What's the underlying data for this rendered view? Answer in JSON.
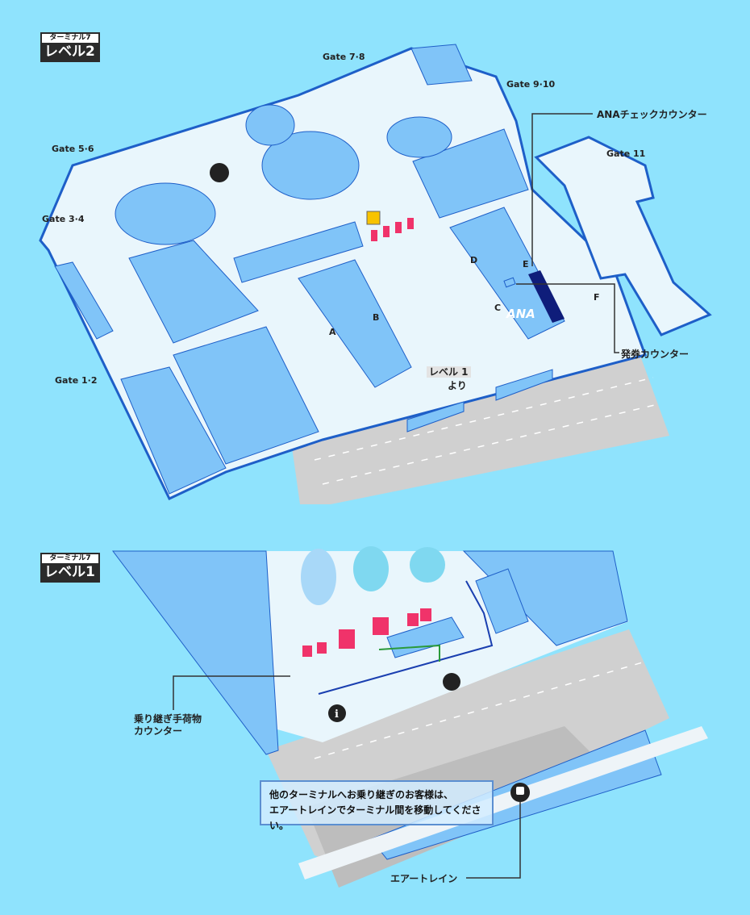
{
  "level2": {
    "badge_top": "ターミナル7",
    "badge_main": "レベル2",
    "gates": [
      "Gate 7·8",
      "Gate 9·10",
      "Gate 11",
      "Gate 5·6",
      "Gate 3·4",
      "Gate 1·2"
    ],
    "zones": [
      "A",
      "B",
      "C",
      "D",
      "E",
      "F"
    ],
    "ana_checkin": "ANAチェックカウンター",
    "ticket_counter": "発券カウンター",
    "ana_logo": "ANA",
    "from_level1_a": "レベル 1",
    "from_level1_b": "より"
  },
  "level1": {
    "badge_top": "ターミナル7",
    "badge_main": "レベル1",
    "baggage_counter_line1": "乗り継ぎ手荷物",
    "baggage_counter_line2": "カウンター",
    "note_line1": "他のターミナルへお乗り継ぎのお客様は、",
    "note_line2": "エアートレインでターミナル間を移動してください。",
    "airtrain": "エアートレイン"
  },
  "colors": {
    "background": "#8fe3fd",
    "building": "#80c4f8",
    "edge": "#1e5fc8",
    "floor": "#e9f6fc",
    "road": "#d0d0d0",
    "ana": "#0f1d7a",
    "counter": "#f0336a"
  }
}
